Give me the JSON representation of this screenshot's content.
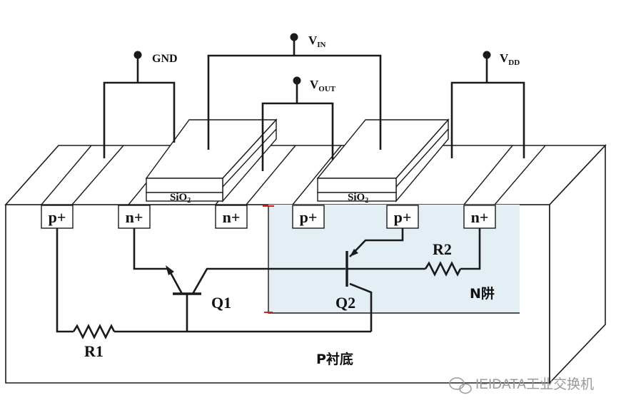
{
  "terminals": {
    "gnd": "GND",
    "vin_main": "V",
    "vin_sub": "IN",
    "vout_main": "V",
    "vout_sub": "OUT",
    "vdd_main": "V",
    "vdd_sub": "DD"
  },
  "oxide": {
    "left": "SiO",
    "left_sub": "2",
    "right": "SiO",
    "right_sub": "2"
  },
  "regions": [
    "p+",
    "n+",
    "n+",
    "p+",
    "p+",
    "n+"
  ],
  "components": {
    "q1": "Q1",
    "q2": "Q2",
    "r1": "R1",
    "r2": "R2"
  },
  "areas": {
    "n_well": "N阱",
    "p_substrate": "P衬底"
  },
  "watermark": "IEIDATA工业交换机",
  "colors": {
    "n_well_fill": "#e3eef5",
    "line": "#1a1a1a",
    "marker": "#d02020"
  }
}
